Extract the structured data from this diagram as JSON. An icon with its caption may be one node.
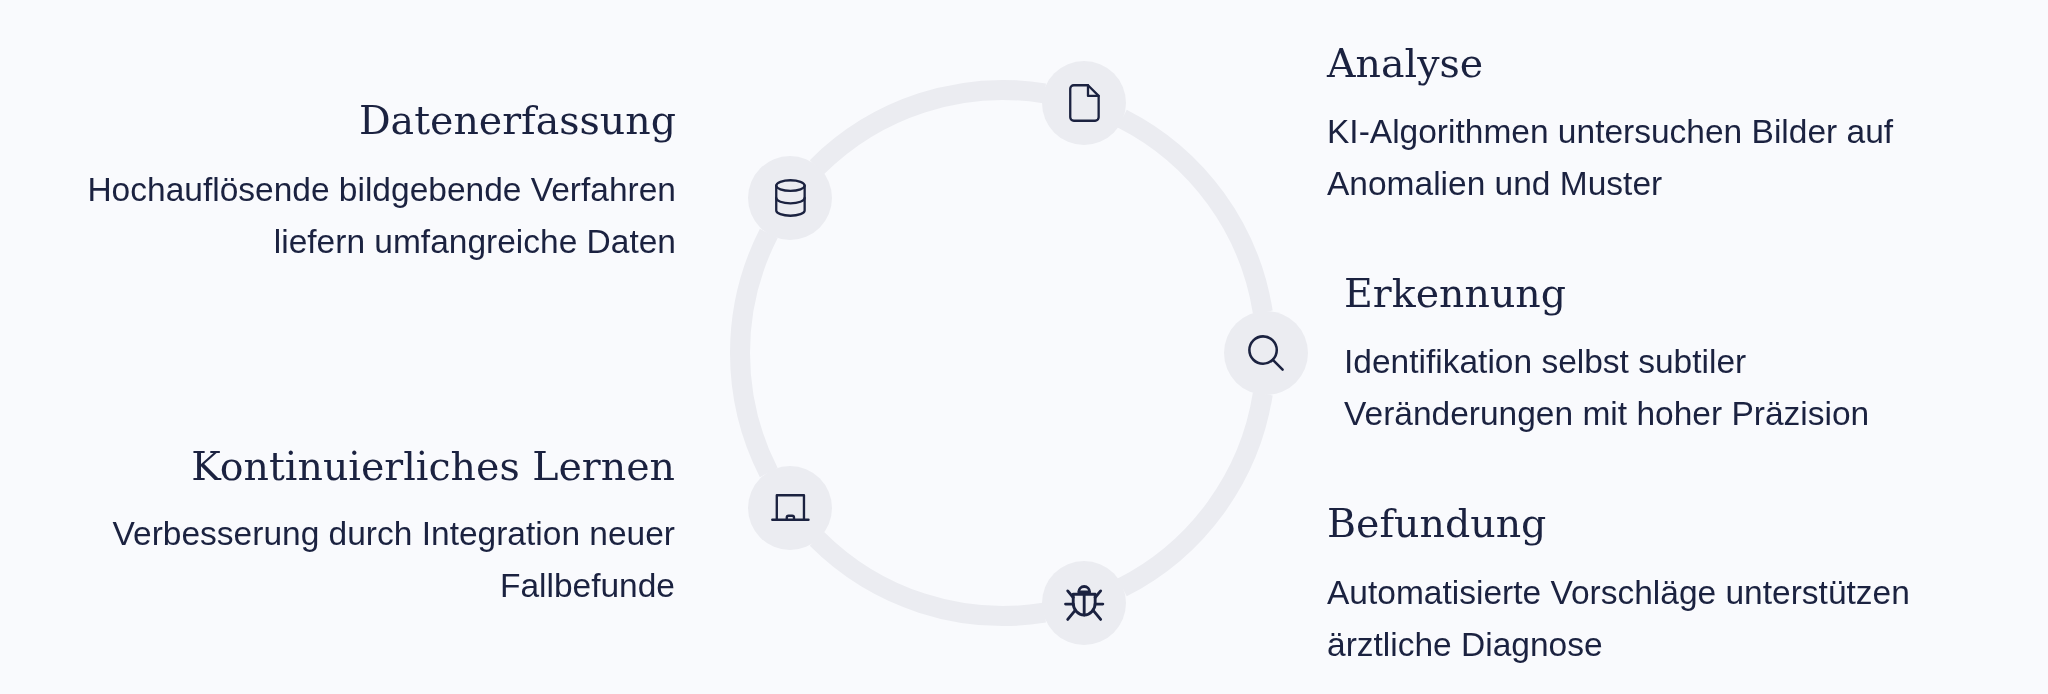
{
  "diagram": {
    "nodes": [
      {
        "text": [],
        "shape": "circle",
        "beside": [
          "Datenerfassung",
          "Hochauflösende bildgebende Verfahren liefern umfangreiche Daten"
        ]
      },
      {
        "text": [],
        "shape": "circle",
        "beside": [
          "Analyse",
          "KI-Algorithmen untersuchen Bilder auf Anomalien und Muster"
        ]
      },
      {
        "text": [],
        "shape": "circle",
        "beside": [
          "Erkennung",
          "Identifikation selbst subtiler Veränderungen mit hoher Präzision"
        ]
      },
      {
        "text": [],
        "shape": "circle",
        "beside": [
          "Befundung",
          "Automatisierte Vorschläge unterstützen ärztliche Diagnose"
        ]
      },
      {
        "text": [],
        "shape": "circle",
        "beside": [
          "Kontinuierliches Lernen",
          "Verbesserung durch Integration neuer Fallbefunde"
        ]
      }
    ],
    "edges": [
      {
        "from": 0,
        "to": 1,
        "arrow": "none"
      },
      {
        "from": 1,
        "to": 2,
        "arrow": "none"
      },
      {
        "from": 2,
        "to": 3,
        "arrow": "none"
      },
      {
        "from": 3,
        "to": 4,
        "arrow": "none"
      },
      {
        "from": 4,
        "to": 0,
        "arrow": "none"
      }
    ]
  }
}
